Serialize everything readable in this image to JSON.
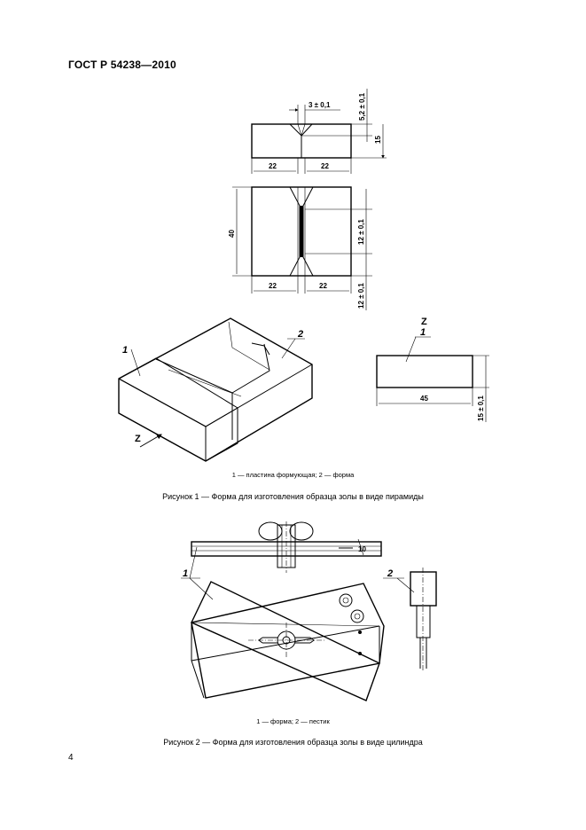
{
  "header": {
    "doc_code": "ГОСТ Р 54238—2010"
  },
  "figure1": {
    "dims": {
      "notch": "3 ± 0,1",
      "depth": "5,2 ± 0,1",
      "height": "15",
      "left_half": "22",
      "right_half": "22",
      "length": "40",
      "mid_width": "12 ± 0,1",
      "end_width": "12 ± 0,1",
      "plate_length": "45",
      "plate_height": "15 ± 0,1"
    },
    "labels": {
      "part1": "1",
      "part2": "2",
      "view": "Z",
      "view_arrow": "Z",
      "plate_part": "1"
    },
    "legend": "1 — пластина формующая; 2 — форма",
    "caption": "Рисунок 1 — Форма для изготовления образца золы в виде пирамиды"
  },
  "figure2": {
    "dims": {
      "small_dim": "10"
    },
    "labels": {
      "part1": "1",
      "part2": "2"
    },
    "legend": "1 — форма; 2 — пестик",
    "caption": "Рисунок 2 — Форма для изготовления образца золы в виде цилиндра"
  },
  "page_number": "4"
}
